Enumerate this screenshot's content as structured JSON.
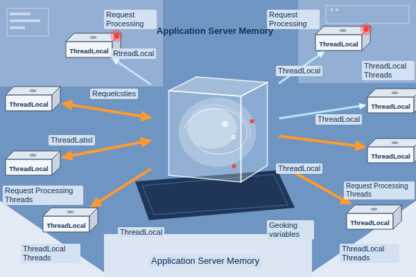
{
  "diagram": {
    "nodes": [
      {
        "text": [
          "Application Server Memory"
        ]
      },
      {
        "text": [
          "ThreadLocal"
        ]
      },
      {
        "text": [
          "ThreadLocal"
        ]
      },
      {
        "text": [
          "ThreadLocal"
        ]
      },
      {
        "text": [
          "ThreadLocal"
        ]
      },
      {
        "text": [
          "ThreadLocal"
        ]
      },
      {
        "text": [
          "ThreadLocal"
        ]
      },
      {
        "text": [
          "ThreadLocal"
        ]
      },
      {
        "text": [
          "ThreadLocal"
        ]
      }
    ],
    "edges": [
      {
        "from": 0,
        "to": 1,
        "arrow": "to"
      },
      {
        "from": 0,
        "to": 2,
        "arrow": "to"
      },
      {
        "from": 0,
        "to": 3,
        "arrow": "both"
      },
      {
        "from": 0,
        "to": 4,
        "arrow": "to"
      },
      {
        "from": 0,
        "to": 5,
        "arrow": "to"
      },
      {
        "from": 0,
        "to": 6,
        "arrow": "both"
      },
      {
        "from": 0,
        "to": 7,
        "arrow": "to"
      },
      {
        "from": 0,
        "to": 8,
        "arrow": "to"
      }
    ],
    "labels": [
      "Request Processing",
      "Request Processing",
      "RtreadLocal",
      "ThreadLocal",
      "Requelcsties",
      "ThreadLocal Threads",
      "ThreadLatisl",
      "ThreadLocal",
      "Request Processing Threads",
      "Request Processing Threads",
      "ThreadLocal",
      "ThreadLocal",
      "Geoking variables",
      "ThreadLocal Threads",
      "ThreadLocal Threads",
      "Application Server Memory"
    ]
  }
}
